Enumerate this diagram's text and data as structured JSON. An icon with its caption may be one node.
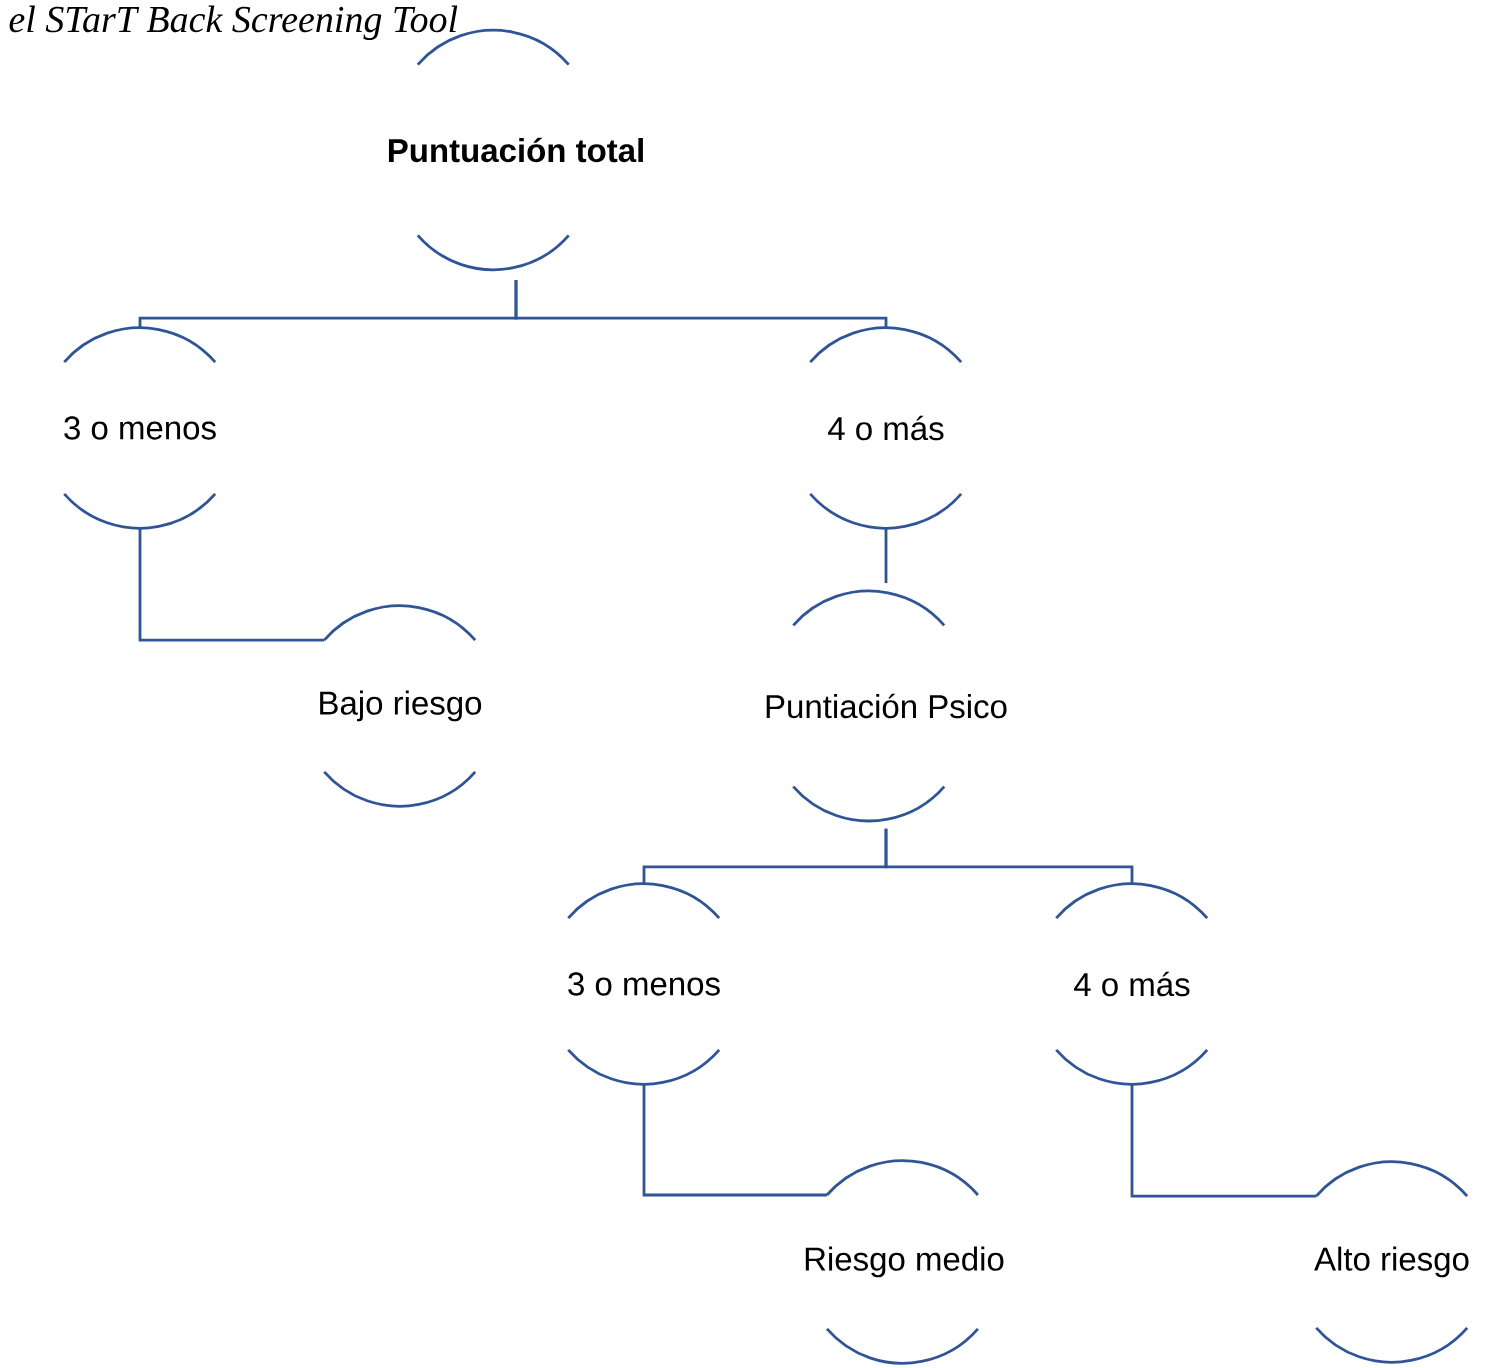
{
  "diagram": {
    "title": "el STarT Back Screening Tool",
    "nodes": [
      {
        "text": [
          "Puntuación total"
        ]
      },
      {
        "text": [
          "3 o menos"
        ]
      },
      {
        "text": [
          "4 o más"
        ]
      },
      {
        "text": [
          "Bajo riesgo"
        ]
      },
      {
        "text": [
          "Puntiación Psico"
        ]
      },
      {
        "text": [
          "3 o menos"
        ]
      },
      {
        "text": [
          "4 o más"
        ]
      },
      {
        "text": [
          "Riesgo medio"
        ]
      },
      {
        "text": [
          "Alto riesgo"
        ]
      }
    ],
    "edges": [
      {
        "from": 0,
        "to": 1,
        "arrow": "none"
      },
      {
        "from": 0,
        "to": 2,
        "arrow": "none"
      },
      {
        "from": 1,
        "to": 3,
        "arrow": "none"
      },
      {
        "from": 2,
        "to": 4,
        "arrow": "none"
      },
      {
        "from": 4,
        "to": 5,
        "arrow": "none"
      },
      {
        "from": 4,
        "to": 6,
        "arrow": "none"
      },
      {
        "from": 5,
        "to": 7,
        "arrow": "none"
      },
      {
        "from": 6,
        "to": 8,
        "arrow": "none"
      }
    ]
  }
}
